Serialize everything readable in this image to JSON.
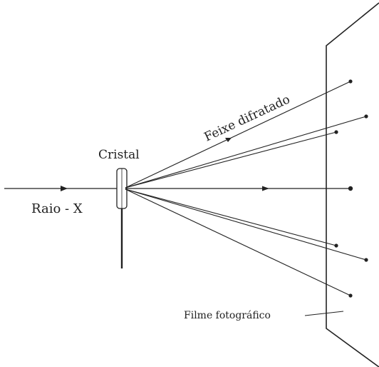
{
  "labels": {
    "beam": "Feixe difratado",
    "crystal": "Cristal",
    "xray": "Raio - X",
    "film": "Filme fotográfico"
  },
  "colors": {
    "ink": "#222222",
    "background": "#ffffff"
  }
}
